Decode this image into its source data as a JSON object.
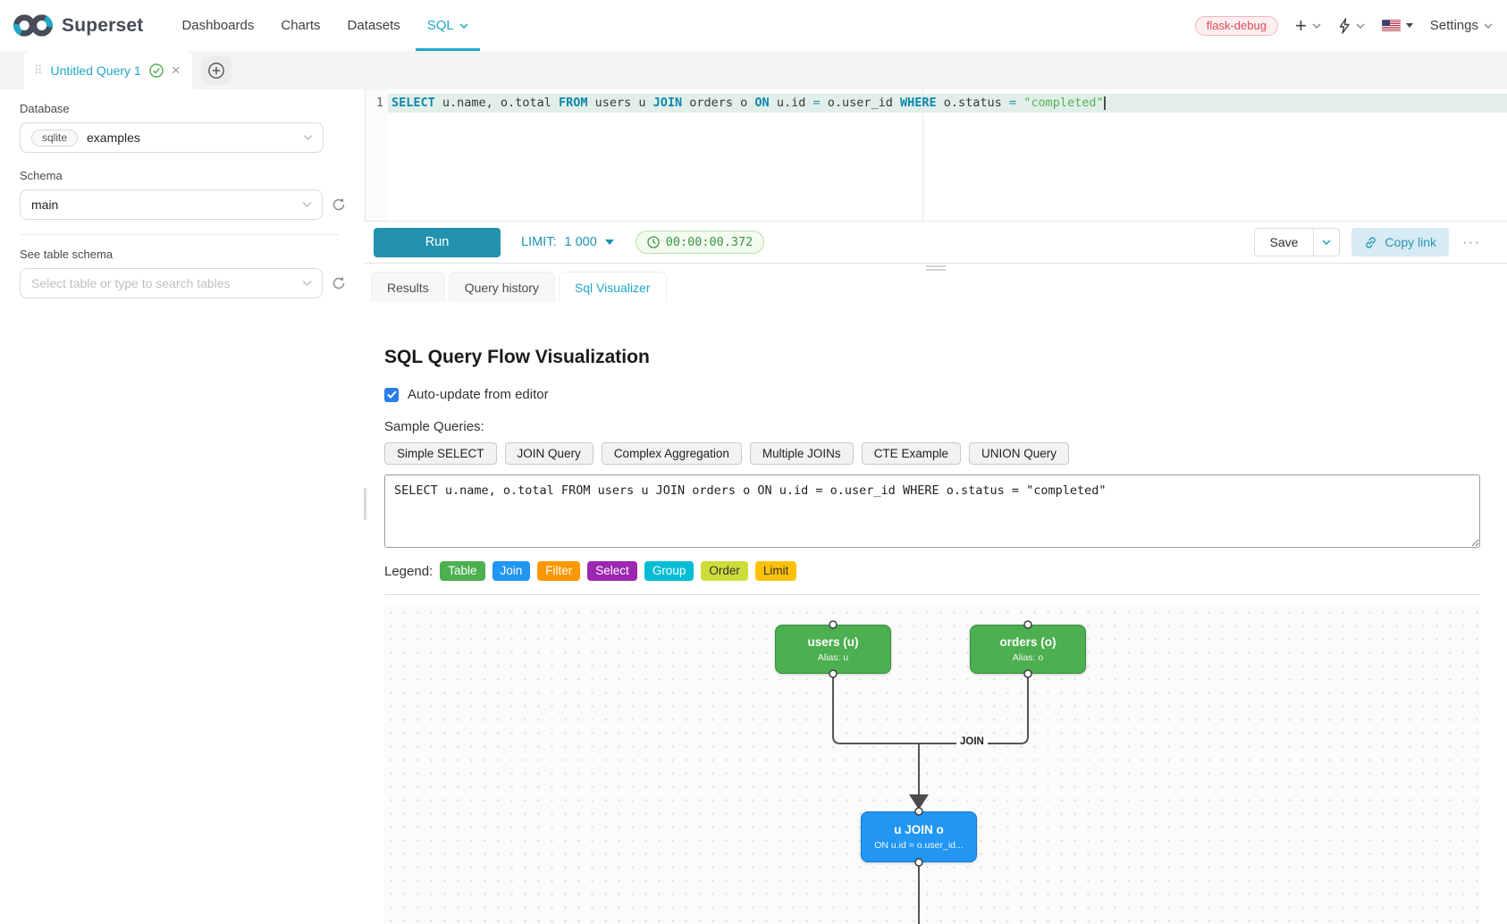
{
  "navbar": {
    "brand": "Superset",
    "items": [
      {
        "label": "Dashboards",
        "active": false
      },
      {
        "label": "Charts",
        "active": false
      },
      {
        "label": "Datasets",
        "active": false
      },
      {
        "label": "SQL",
        "active": true
      }
    ],
    "environment_badge": "flask-debug",
    "plus_label": "+",
    "settings_label": "Settings"
  },
  "tabs_bar": {
    "tab_title": "Untitled Query 1"
  },
  "sidebar": {
    "database_label": "Database",
    "database_engine_badge": "sqlite",
    "database_value": "examples",
    "schema_label": "Schema",
    "schema_value": "main",
    "table_label": "See table schema",
    "table_placeholder": "Select table or type to search tables"
  },
  "editor": {
    "line_number": "1",
    "tokens": [
      {
        "text": "SELECT",
        "type": "keyword"
      },
      {
        "text": " u.name, o.total ",
        "type": "plain"
      },
      {
        "text": "FROM",
        "type": "keyword"
      },
      {
        "text": " users u ",
        "type": "plain"
      },
      {
        "text": "JOIN",
        "type": "keyword"
      },
      {
        "text": " orders o ",
        "type": "plain"
      },
      {
        "text": "ON",
        "type": "keyword"
      },
      {
        "text": " u.id ",
        "type": "plain"
      },
      {
        "text": "=",
        "type": "operator"
      },
      {
        "text": " o.user_id ",
        "type": "plain"
      },
      {
        "text": "WHERE",
        "type": "keyword"
      },
      {
        "text": " o.status ",
        "type": "plain"
      },
      {
        "text": "=",
        "type": "operator"
      },
      {
        "text": " ",
        "type": "plain"
      },
      {
        "text": "\"completed\"",
        "type": "string"
      }
    ],
    "run_label": "Run",
    "limit_label": "LIMIT:",
    "limit_value": "1 000",
    "timer": "00:00:00.372",
    "save_label": "Save",
    "copy_link_label": "Copy link",
    "more_label": "···"
  },
  "result_tabs": [
    {
      "label": "Results",
      "active": false
    },
    {
      "label": "Query history",
      "active": false
    },
    {
      "label": "Sql Visualizer",
      "active": true
    }
  ],
  "visualizer": {
    "title": "SQL Query Flow Visualization",
    "auto_update_label": "Auto-update from editor",
    "auto_update_checked": true,
    "sample_queries_label": "Sample Queries:",
    "sample_buttons": [
      "Simple SELECT",
      "JOIN Query",
      "Complex Aggregation",
      "Multiple JOINs",
      "CTE Example",
      "UNION Query"
    ],
    "query_text": "SELECT u.name, o.total FROM users u JOIN orders o ON u.id = o.user_id WHERE o.status = \"completed\"",
    "legend_label": "Legend:",
    "legend": [
      {
        "label": "Table",
        "color": "#4CAF50",
        "text_color": "#ffffff"
      },
      {
        "label": "Join",
        "color": "#2196F3",
        "text_color": "#ffffff"
      },
      {
        "label": "Filter",
        "color": "#FF9800",
        "text_color": "#ffffff"
      },
      {
        "label": "Select",
        "color": "#9C27B0",
        "text_color": "#ffffff"
      },
      {
        "label": "Group",
        "color": "#00BCD4",
        "text_color": "#ffffff"
      },
      {
        "label": "Order",
        "color": "#CDDC39",
        "text_color": "#333333"
      },
      {
        "label": "Limit",
        "color": "#FFC107",
        "text_color": "#333333"
      }
    ],
    "flow": {
      "nodes": [
        {
          "id": "users",
          "title": "users (u)",
          "subtitle": "Alias: u",
          "color": "#4CAF50",
          "border": "#388E3C"
        },
        {
          "id": "orders",
          "title": "orders (o)",
          "subtitle": "Alias: o",
          "color": "#4CAF50",
          "border": "#388E3C"
        },
        {
          "id": "join",
          "title": "u JOIN o",
          "subtitle": "ON u.id = o.user_id...",
          "color": "#2196F3",
          "border": "#1976D2"
        }
      ],
      "edge_label": "JOIN"
    }
  },
  "colors": {
    "accent_teal": "#20a7c9",
    "run_button": "#2392af",
    "timer_green": "#3f9349",
    "env_badge_red": "#e0495a",
    "edge_gray": "#555555"
  }
}
